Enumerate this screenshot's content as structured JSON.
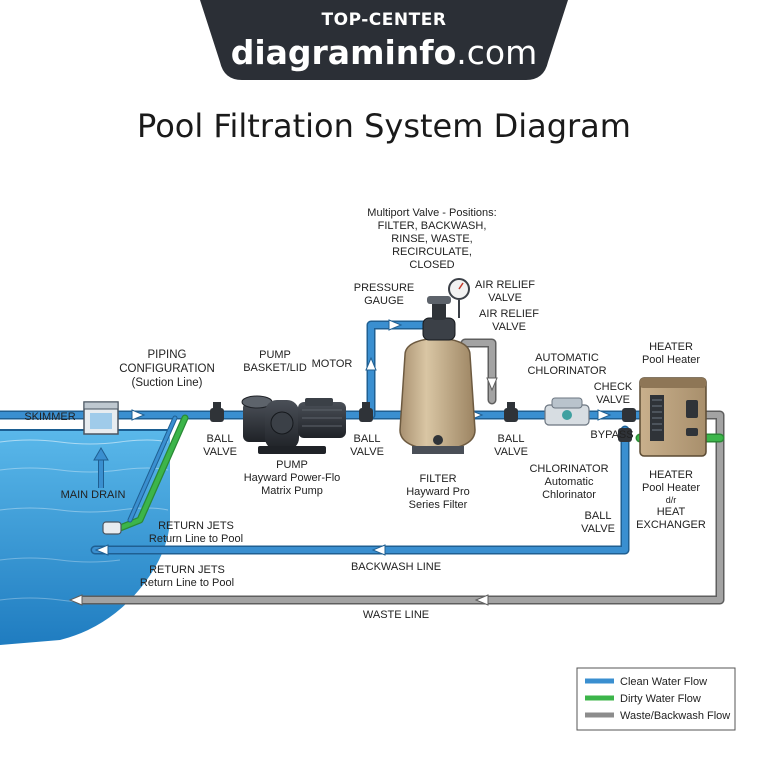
{
  "banner": {
    "subtitle": "TOP-CENTER",
    "site_name_bold": "diagraminfo",
    "site_domain": ".com"
  },
  "title": "Pool Filtration System Diagram",
  "labels": {
    "multiport": [
      "Multiport Valve - Positions:",
      "FILTER, BACKWASH,",
      "RINSE, WASTE,",
      "RECIRCULATE,",
      "CLOSED"
    ],
    "pressure_gauge": [
      "PRESSURE",
      "GAUGE"
    ],
    "air_relief_1": [
      "AIR RELIEF",
      "VALVE"
    ],
    "air_relief_2": [
      "AIR RELIEF",
      "VALVE"
    ],
    "piping": [
      "PIPING",
      "CONFIGURATION",
      "(Suction Line)"
    ],
    "pump_basket": [
      "PUMP",
      "BASKET/LID"
    ],
    "motor": "MOTOR",
    "skimmer": "SKIMMER",
    "main_drain": "MAIN DRAIN",
    "ball_valve_1": [
      "BALL",
      "VALVE"
    ],
    "ball_valve_2": [
      "BALL",
      "VALVE"
    ],
    "ball_valve_3": [
      "BALL",
      "VALVE"
    ],
    "ball_valve_4": [
      "BALL",
      "VALVE"
    ],
    "pump": [
      "PUMP",
      "Hayward Power-Flo",
      "Matrix Pump"
    ],
    "filter": [
      "FILTER",
      "Hayward Pro",
      "Series Filter"
    ],
    "automatic_chlorinator": [
      "AUTOMATIC",
      "CHLORINATOR"
    ],
    "check_valve": [
      "CHECK",
      "VALVE"
    ],
    "bypass": "BYPASS",
    "heater_top": [
      "HEATER",
      "Pool Heater"
    ],
    "chlorinator": [
      "CHLORINATOR",
      "Automatic",
      "Chlorinator"
    ],
    "heater_bottom": [
      "HEATER",
      "Pool Heater",
      "d/r",
      "HEAT",
      "EXCHANGER"
    ],
    "return_jets_1": [
      "RETURN JETS",
      "Return Line to Pool"
    ],
    "return_jets_2": [
      "RETURN JETS",
      "Return Line to Pool"
    ],
    "backwash_line": "BACKWASH LINE",
    "waste_line": "WASTE LINE"
  },
  "legend": [
    {
      "label": "Clean Water Flow",
      "color": "#3a8fd0"
    },
    {
      "label": "Dirty Water Flow",
      "color": "#3cb54a"
    },
    {
      "label": "Waste/Backwash Flow",
      "color": "#8c8c8c"
    }
  ],
  "colors": {
    "clean": "#3a8fd0",
    "dirty": "#3cb54a",
    "waste": "#8c8c8c",
    "water": "#2f9ad8",
    "banner": "#2b2f36"
  }
}
